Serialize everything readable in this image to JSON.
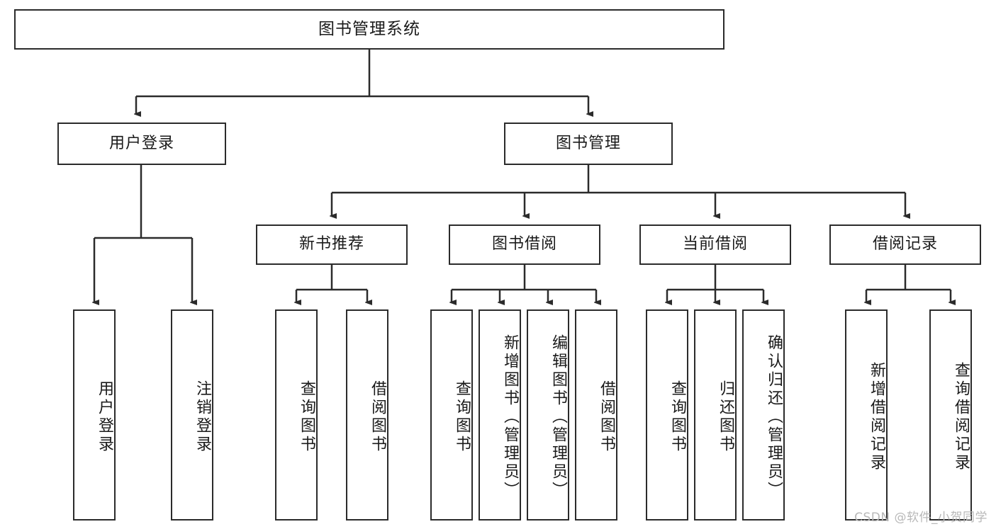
{
  "diagram": {
    "title": "图书管理系统",
    "type": "tree-hierarchy-diagram",
    "levels": {
      "root": {
        "label": "图书管理系统"
      },
      "level2": [
        {
          "label": "用户登录"
        },
        {
          "label": "图书管理"
        }
      ],
      "level3": [
        {
          "label": "新书推荐"
        },
        {
          "label": "图书借阅"
        },
        {
          "label": "当前借阅"
        },
        {
          "label": "借阅记录"
        }
      ],
      "leaves": [
        {
          "label": "用户登录"
        },
        {
          "label": "注销登录"
        },
        {
          "label": "查询图书"
        },
        {
          "label": "借阅图书"
        },
        {
          "label": "查询图书"
        },
        {
          "label": "新增图书（管理员）"
        },
        {
          "label": "编辑图书（管理员）"
        },
        {
          "label": "借阅图书"
        },
        {
          "label": "查询图书"
        },
        {
          "label": "归还图书"
        },
        {
          "label": "确认归还（管理员）"
        },
        {
          "label": "新增借阅记录"
        },
        {
          "label": "查询借阅记录"
        }
      ]
    }
  },
  "watermark": {
    "text": "CSDN @软件_小贺同学"
  },
  "colors": {
    "border": "#2b2b2b",
    "text": "#1a1a1a",
    "background": "#ffffff",
    "watermark": "#b8b8b8"
  }
}
